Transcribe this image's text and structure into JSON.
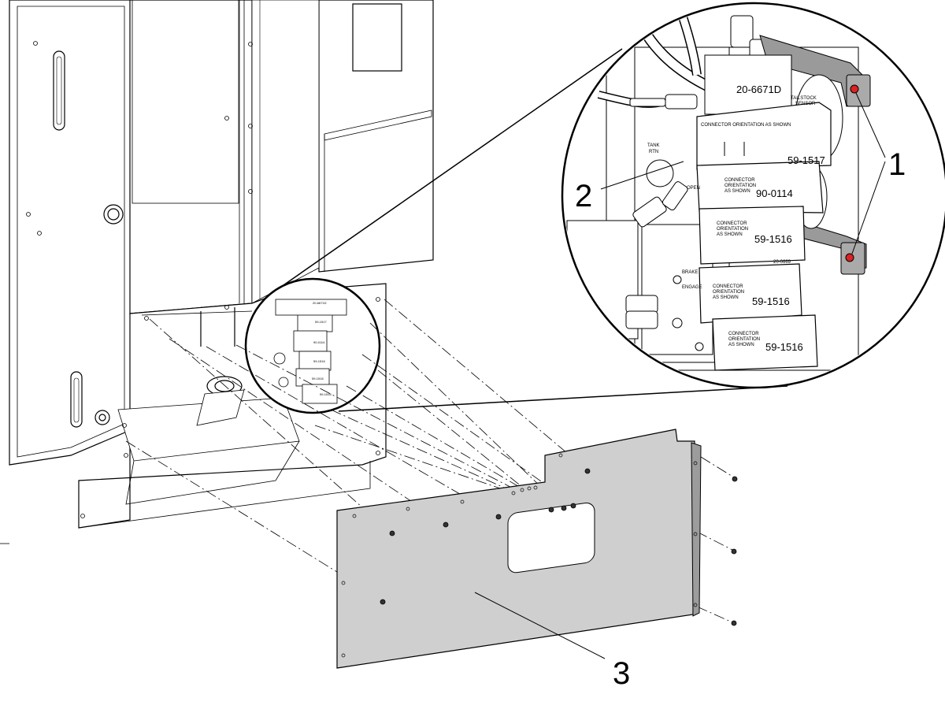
{
  "diagram": {
    "callouts": [
      "1",
      "2",
      "3"
    ],
    "part_numbers": {
      "manifold": "20-6671D",
      "solenoid_top": "59-1517",
      "solenoid_2": "90-0114",
      "solenoid_3": "59-1516",
      "solenoid_4": "59-1516",
      "solenoid_5": "59-1516",
      "partial_plate": "20-0669"
    },
    "small_labels": {
      "connector_orientation": "CONNECTOR ORIENTATION AS SHOWN",
      "line1": "CONNECTOR",
      "line2": "ORIENTATION",
      "line3": "AS SHOWN",
      "tank": "TANK",
      "tank2": "RTN",
      "tailstock": "TAILSTOCK",
      "sensor": "SENSOR",
      "brake": "BRAKE",
      "engage": "ENGAGE",
      "open": "OPEN"
    }
  }
}
